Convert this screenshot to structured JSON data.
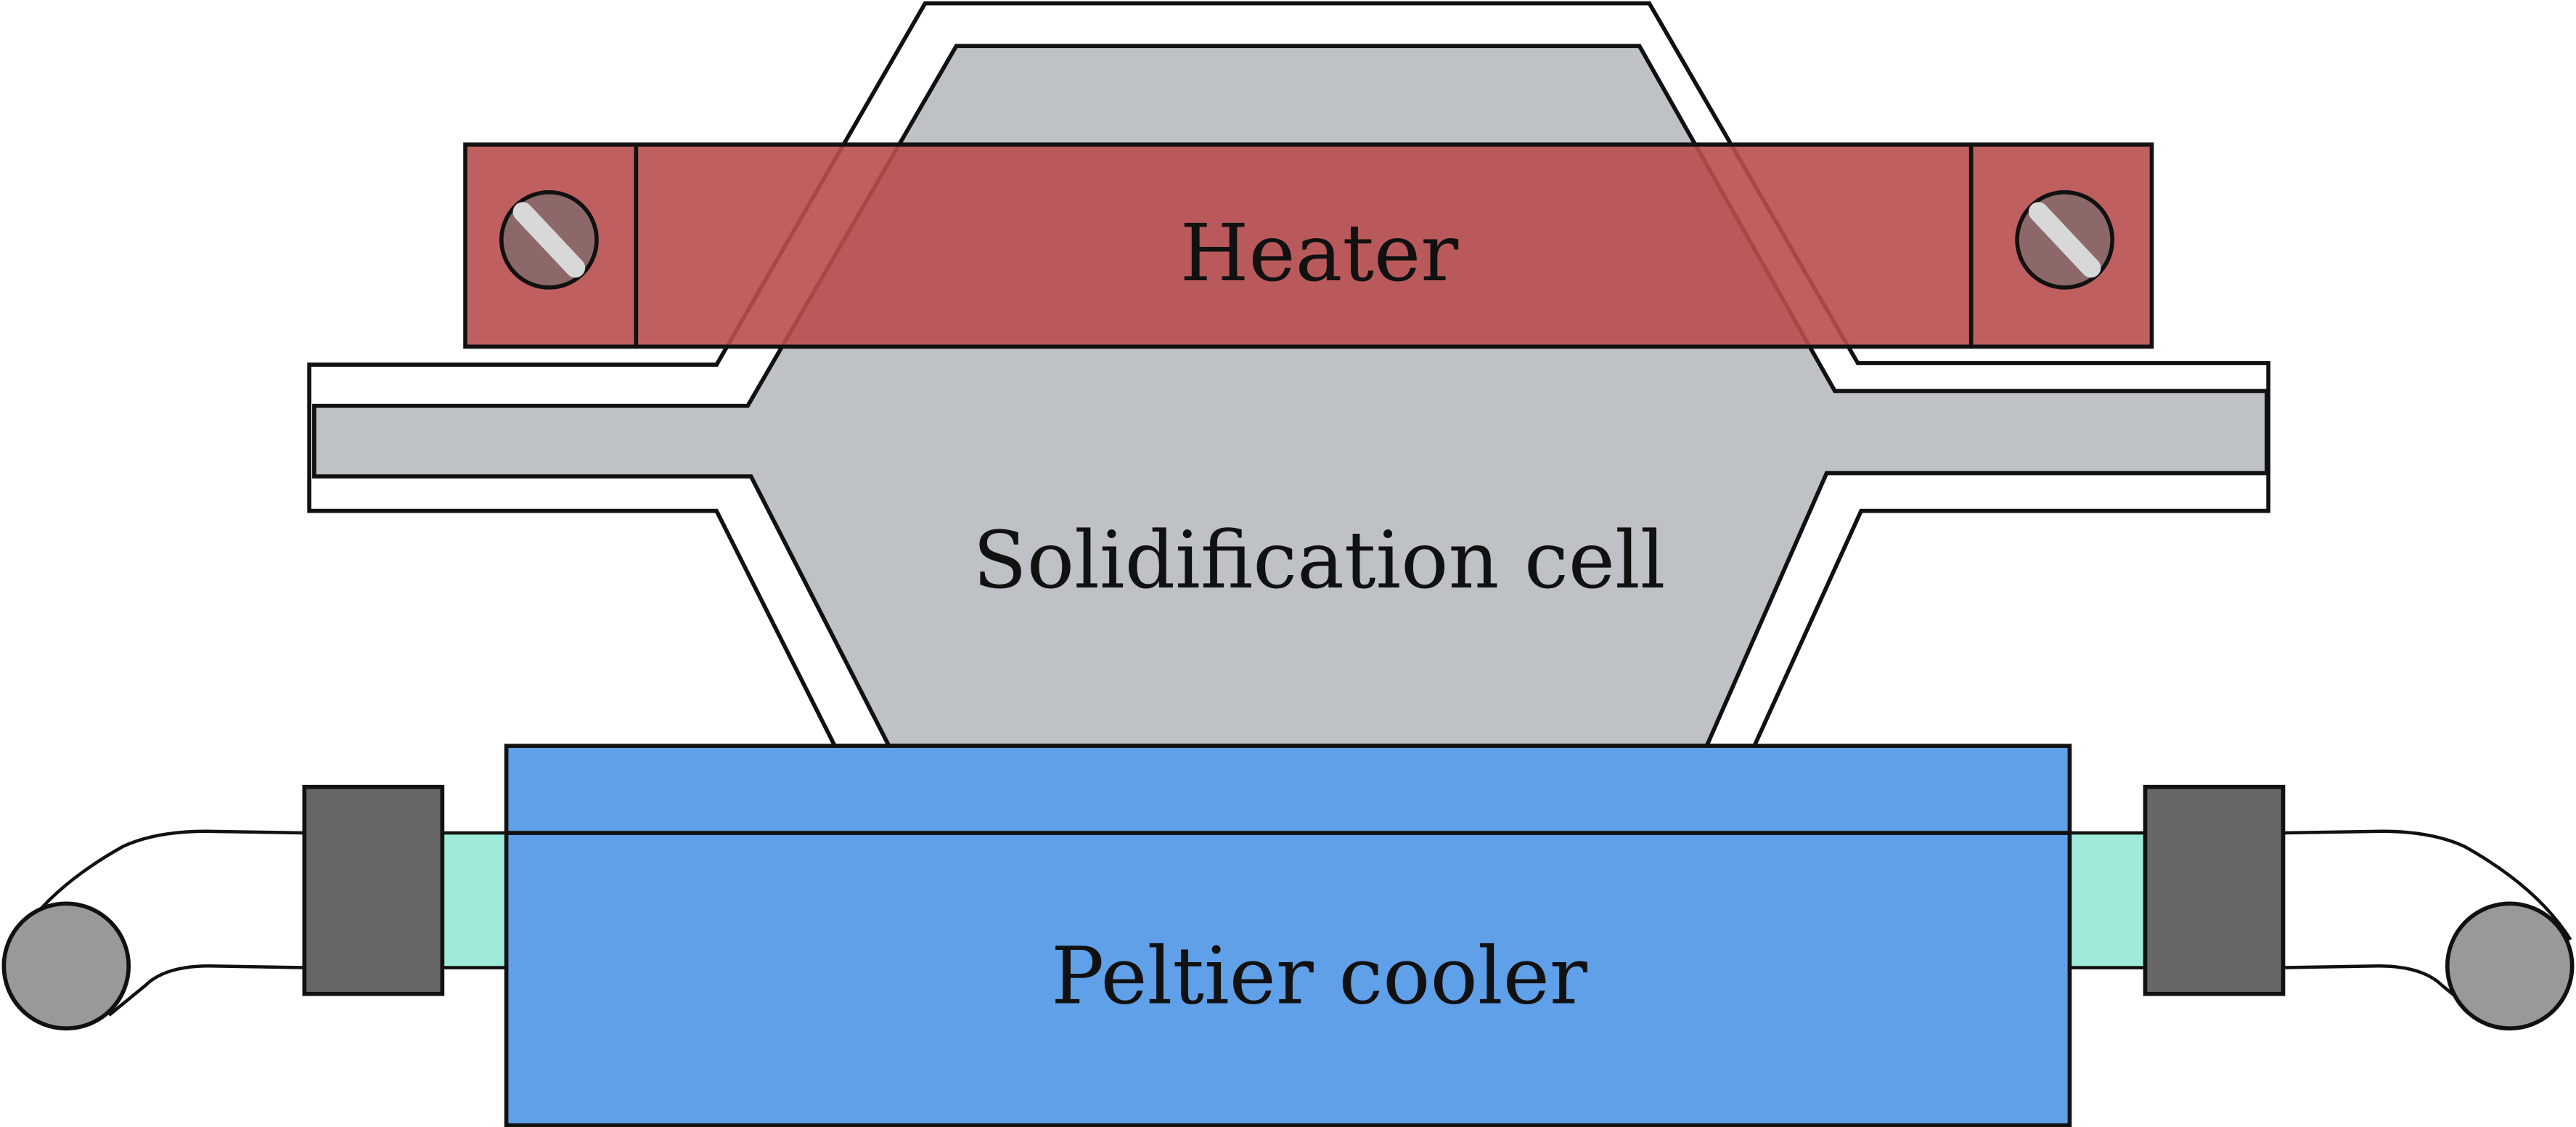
{
  "labels": {
    "heater": "Heater",
    "cell": "Solidification cell",
    "cooler": "Peltier cooler"
  },
  "colors": {
    "heater": "#b94e4f",
    "cell": "#bec1c6",
    "cooler": "#60a0e8",
    "insulation": "#ffffff",
    "coupling": "#9eebd9",
    "connector": "#666666",
    "pipe_end": "#999999",
    "screw": "#8c6868",
    "screw_slot": "#d8d8d8",
    "outline": "#111111"
  },
  "icons": [
    "screw-icon",
    "screw-icon"
  ]
}
